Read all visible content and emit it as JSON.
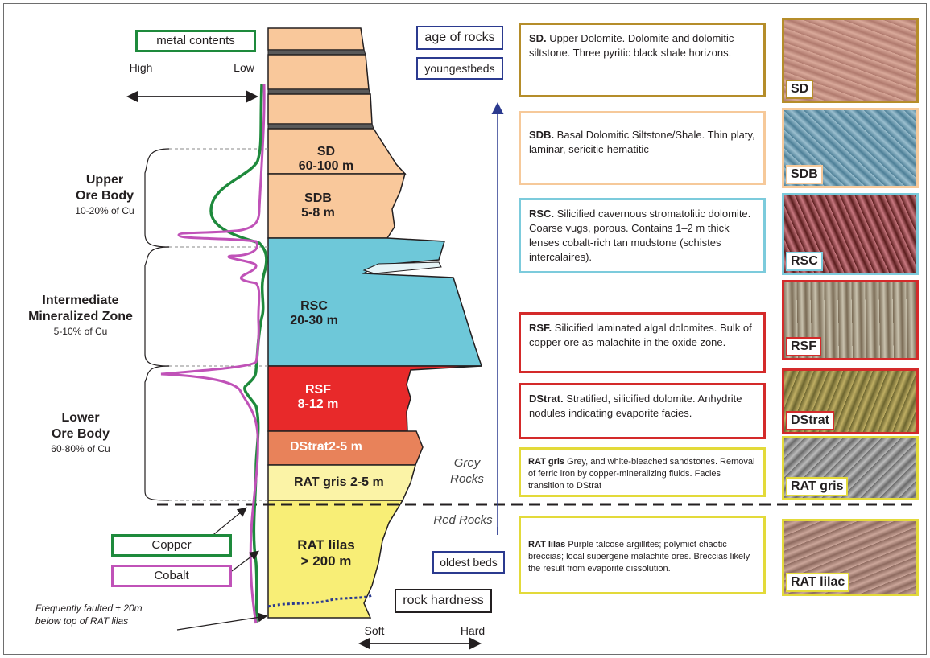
{
  "metal_contents": "metal contents",
  "metal_high": "High",
  "metal_low": "Low",
  "age_label": "age of rocks",
  "youngest": "youngestbeds",
  "oldest": "oldest beds",
  "hardness_label": "rock hardness",
  "soft": "Soft",
  "hard": "Hard",
  "grey_rocks": "Grey\nRocks",
  "red_rocks": "Red Rocks",
  "fault_note": "Frequently faulted ± 20m\nbelow top of RAT  lilas",
  "legend": {
    "copper": "Copper",
    "cobalt": "Cobalt"
  },
  "zones": [
    {
      "title": "Upper\nOre Body",
      "sub": "10-20% of Cu"
    },
    {
      "title": "Intermediate\nMineralized Zone",
      "sub": "5-10% of Cu"
    },
    {
      "title": "Lower\nOre Body",
      "sub": "60-80% of Cu"
    }
  ],
  "layers": [
    {
      "name": "SD",
      "thickness": "60-100 m",
      "color": "#f9c89b"
    },
    {
      "name": "SDB",
      "thickness": "5-8 m",
      "color": "#f9c89b"
    },
    {
      "name": "RSC",
      "thickness": "20-30 m",
      "color": "#6ec8d9"
    },
    {
      "name": "RSF",
      "thickness": "8-12 m",
      "color": "#e8292a"
    },
    {
      "name": "DStrat",
      "thickness": "2-5 m",
      "color": "#e8825a"
    },
    {
      "name": "RAT gris",
      "thickness": "2-5 m",
      "color": "#fbf3a6"
    },
    {
      "name": "RAT lilas",
      "thickness": "> 200 m",
      "color": "#f8ee76"
    }
  ],
  "descriptions": [
    {
      "code": "SD.",
      "text": " Upper Dolomite. Dolomite and dolomitic siltstone. Three pyritic black shale horizons.",
      "border": "#b58d2a"
    },
    {
      "code": "SDB.",
      "text": " Basal Dolomitic Siltstone/Shale. Thin platy, laminar, sericitic-hematitic",
      "border": "#f6c99a"
    },
    {
      "code": "RSC.",
      "text": " Silicified cavernous  stromatolitic dolomite.  Coarse vugs, porous. Contains 1–2 m thick lenses cobalt-rich tan mudstone (schistes intercalaires).",
      "border": "#7ccbdc"
    },
    {
      "code": "RSF.",
      "text": " Silicified laminated algal dolomites. Bulk of copper ore as malachite in the oxide zone.",
      "border": "#d42a2a"
    },
    {
      "code": "DStrat.",
      "text": " Stratified, silicified dolomite. Anhydrite nodules indicating evaporite facies.",
      "border": "#d42a2a"
    },
    {
      "code": "RAT gris",
      "text": " Grey, and white-bleached sandstones. Removal of ferric iron by copper-mineralizing fluids. Facies transition to DStrat",
      "border": "#e3da3a"
    },
    {
      "code": "RAT lilas",
      "text": " Purple talcose argillites; polymict chaotic breccias; local supergene malachite ores. Breccias likely the result from evaporite dissolution.",
      "border": "#e3da3a"
    }
  ],
  "photos": [
    {
      "tag": "SD",
      "border": "#b58d2a",
      "bg1": "#b07a6e",
      "bg2": "#d9a99a",
      "tagborder": "#b58d2a"
    },
    {
      "tag": "SDB",
      "border": "#f6c99a",
      "bg1": "#4d7f97",
      "bg2": "#9bbfcf",
      "tagborder": "#f6c99a"
    },
    {
      "tag": "RSC",
      "border": "#7ccbdc",
      "bg1": "#5a1d1d",
      "bg2": "#c87880",
      "tagborder": "#7ccbdc"
    },
    {
      "tag": "RSF",
      "border": "#d42a2a",
      "bg1": "#7a6b55",
      "bg2": "#c9c2ae",
      "tagborder": "#d42a2a"
    },
    {
      "tag": "DStrat",
      "border": "#d42a2a",
      "bg1": "#6c6530",
      "bg2": "#bfae63",
      "tagborder": "#d42a2a"
    },
    {
      "tag": "RAT gris",
      "border": "#e3da3a",
      "bg1": "#6a6a6a",
      "bg2": "#bcbcbc",
      "tagborder": "#e3da3a"
    },
    {
      "tag": "RAT lilac",
      "border": "#e3da3a",
      "bg1": "#8d6a5f",
      "bg2": "#cba69a",
      "tagborder": "#e3da3a"
    }
  ],
  "colors": {
    "copper": "#1e8a3c",
    "cobalt": "#c052b8",
    "age_arrow": "#2b3a8f",
    "label_box": "#2b3a8f",
    "metal_box": "#1e8a3c"
  }
}
